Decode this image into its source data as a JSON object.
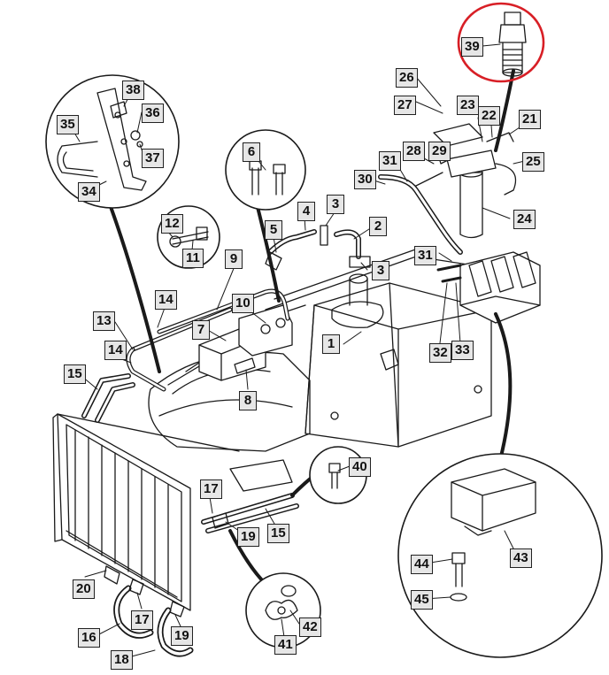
{
  "diagram": {
    "highlight_color": "#d81f26",
    "line_color": "#1a1a1a",
    "callouts": [
      {
        "id": "c1",
        "label": "1"
      },
      {
        "id": "c2",
        "label": "2"
      },
      {
        "id": "c3a",
        "label": "3"
      },
      {
        "id": "c3b",
        "label": "3"
      },
      {
        "id": "c4",
        "label": "4"
      },
      {
        "id": "c5",
        "label": "5"
      },
      {
        "id": "c6",
        "label": "6"
      },
      {
        "id": "c7",
        "label": "7"
      },
      {
        "id": "c8",
        "label": "8"
      },
      {
        "id": "c9",
        "label": "9"
      },
      {
        "id": "c10",
        "label": "10"
      },
      {
        "id": "c11",
        "label": "11"
      },
      {
        "id": "c12",
        "label": "12"
      },
      {
        "id": "c13",
        "label": "13"
      },
      {
        "id": "c14a",
        "label": "14"
      },
      {
        "id": "c14b",
        "label": "14"
      },
      {
        "id": "c15a",
        "label": "15"
      },
      {
        "id": "c15b",
        "label": "15"
      },
      {
        "id": "c16",
        "label": "16"
      },
      {
        "id": "c17a",
        "label": "17"
      },
      {
        "id": "c17b",
        "label": "17"
      },
      {
        "id": "c18",
        "label": "18"
      },
      {
        "id": "c19a",
        "label": "19"
      },
      {
        "id": "c19b",
        "label": "19"
      },
      {
        "id": "c20",
        "label": "20"
      },
      {
        "id": "c21",
        "label": "21"
      },
      {
        "id": "c22",
        "label": "22"
      },
      {
        "id": "c23",
        "label": "23"
      },
      {
        "id": "c24",
        "label": "24"
      },
      {
        "id": "c25",
        "label": "25"
      },
      {
        "id": "c26",
        "label": "26"
      },
      {
        "id": "c27",
        "label": "27"
      },
      {
        "id": "c28",
        "label": "28"
      },
      {
        "id": "c29",
        "label": "29"
      },
      {
        "id": "c30",
        "label": "30"
      },
      {
        "id": "c31a",
        "label": "31"
      },
      {
        "id": "c31b",
        "label": "31"
      },
      {
        "id": "c32",
        "label": "32"
      },
      {
        "id": "c33",
        "label": "33"
      },
      {
        "id": "c34",
        "label": "34"
      },
      {
        "id": "c35",
        "label": "35"
      },
      {
        "id": "c36",
        "label": "36"
      },
      {
        "id": "c37",
        "label": "37"
      },
      {
        "id": "c38",
        "label": "38"
      },
      {
        "id": "c39",
        "label": "39"
      },
      {
        "id": "c40",
        "label": "40"
      },
      {
        "id": "c41",
        "label": "41"
      },
      {
        "id": "c42",
        "label": "42"
      },
      {
        "id": "c43",
        "label": "43"
      },
      {
        "id": "c44",
        "label": "44"
      },
      {
        "id": "c45",
        "label": "45"
      }
    ]
  }
}
